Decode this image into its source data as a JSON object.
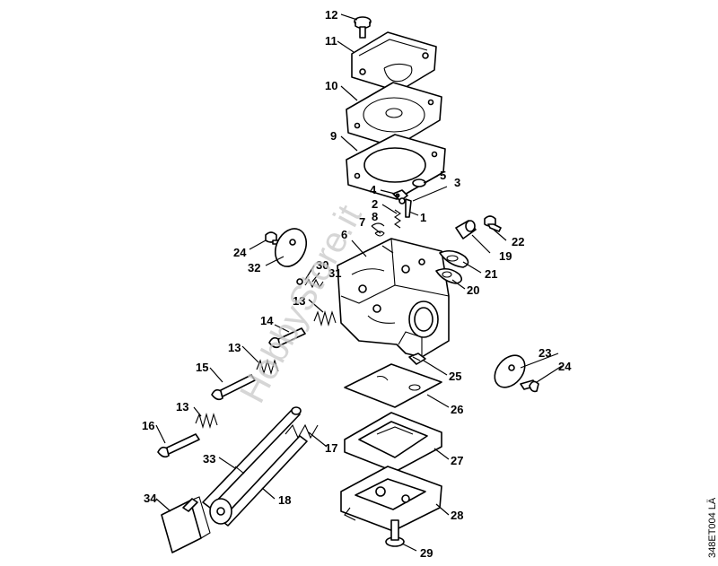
{
  "labels": {
    "p1": "1",
    "p2": "2",
    "p3": "3",
    "p4": "4",
    "p5": "5",
    "p6": "6",
    "p7": "7",
    "p8": "8",
    "p9": "9",
    "p10": "10",
    "p11": "11",
    "p12": "12",
    "p13a": "13",
    "p13b": "13",
    "p13c": "13",
    "p14": "14",
    "p15": "15",
    "p16": "16",
    "p17": "17",
    "p18": "18",
    "p19": "19",
    "p20": "20",
    "p21": "21",
    "p22": "22",
    "p23": "23",
    "p24a": "24",
    "p24b": "24",
    "p25": "25",
    "p26": "26",
    "p27": "27",
    "p28": "28",
    "p29": "29",
    "p30": "30",
    "p31": "31",
    "p32": "32",
    "p33": "33",
    "p34": "34"
  },
  "watermark": "HobbyStore.it",
  "drawing_code": "348ET004 LÄ"
}
